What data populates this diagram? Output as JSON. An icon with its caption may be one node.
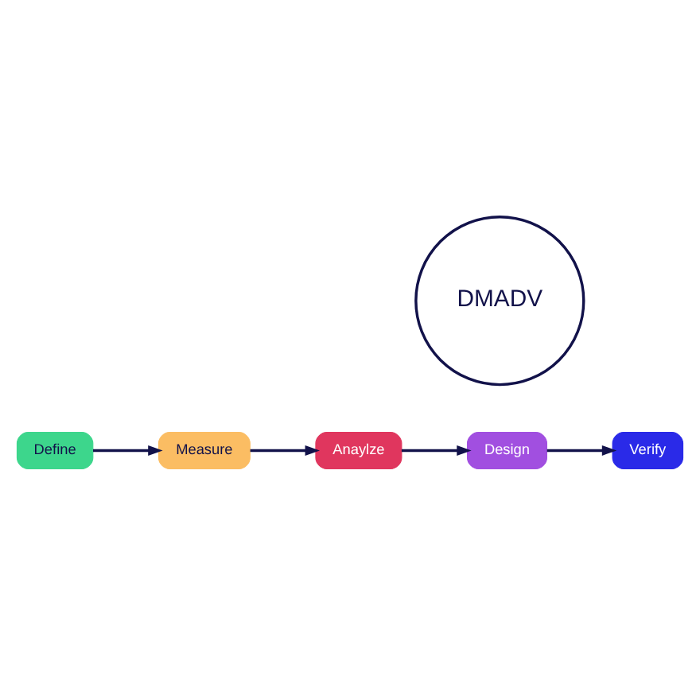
{
  "diagram": {
    "nodes": [
      {
        "text": [
          "DMADV"
        ]
      },
      {
        "text": [
          "Define"
        ]
      },
      {
        "text": [
          "Measure"
        ]
      },
      {
        "text": [
          "Anaylze"
        ]
      },
      {
        "text": [
          "Design"
        ]
      },
      {
        "text": [
          "Verify"
        ]
      }
    ],
    "edges": [
      {
        "from": 1,
        "to": 2,
        "arrow": "to"
      },
      {
        "from": 2,
        "to": 3,
        "arrow": "to"
      },
      {
        "from": 3,
        "to": 4,
        "arrow": "to"
      },
      {
        "from": 4,
        "to": 5,
        "arrow": "to"
      }
    ]
  }
}
